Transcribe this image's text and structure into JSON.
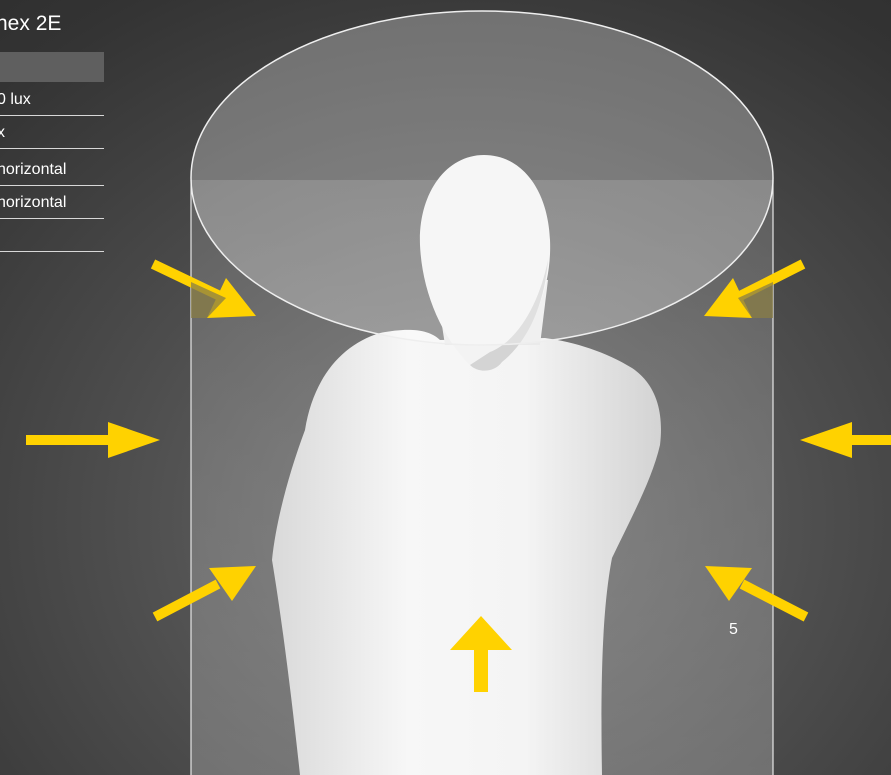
{
  "panel": {
    "title": "nex 2E",
    "rows": [
      {
        "label": "0 lux"
      },
      {
        "label": "x"
      },
      {
        "label": "horizontal"
      },
      {
        "label": "horizontal"
      },
      {
        "label": ""
      }
    ]
  },
  "page_number": "5",
  "colors": {
    "arrow": "#ffd200",
    "background": "#3c3c3c",
    "cylinder_fill": "rgba(255,255,255,0.18)",
    "figure": "#f2f2f2"
  },
  "icons": [
    "light-arrow-icon",
    "cylinder-illustration",
    "mannequin-figure"
  ]
}
